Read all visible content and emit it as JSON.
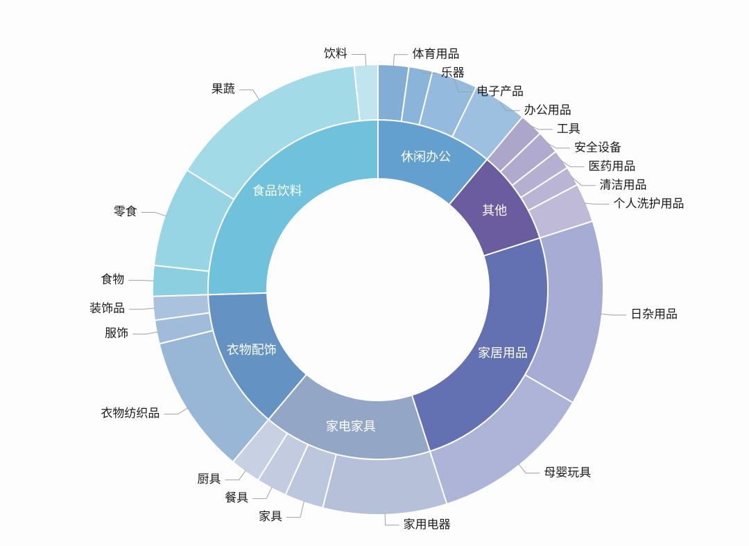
{
  "background_color": "#fdfdfd",
  "chart_data": {
    "type": "sunburst",
    "title": "",
    "rings": [
      "category",
      "subcategory"
    ],
    "value_unit": "percent_share_estimated",
    "legend": "none",
    "label_text_color": "#1a1a1a",
    "inner_label_text_color": "#ffffff",
    "leader_line_color": "#a0a0a0",
    "categories": [
      {
        "label": "休闲办公",
        "color": "#639fcf",
        "children": [
          {
            "label": "体育用品",
            "value": 2.2,
            "color": "#82aed6"
          },
          {
            "label": "乐器",
            "value": 1.7,
            "color": "#8bb4da"
          },
          {
            "label": "电子产品",
            "value": 3.3,
            "color": "#94badd"
          },
          {
            "label": "办公用品",
            "value": 3.9,
            "color": "#9dc0e0"
          }
        ]
      },
      {
        "label": "其他",
        "color": "#6b5b9f",
        "children": [
          {
            "label": "工具",
            "value": 1.7,
            "color": "#aba6ca"
          },
          {
            "label": "安全设备",
            "value": 1.7,
            "color": "#b0abce"
          },
          {
            "label": "医药用品",
            "value": 1.4,
            "color": "#b5b0d1"
          },
          {
            "label": "清洁用品",
            "value": 1.4,
            "color": "#bab5d5"
          },
          {
            "label": "个人洗护用品",
            "value": 2.8,
            "color": "#bfbad8"
          }
        ]
      },
      {
        "label": "家居用品",
        "color": "#6370b2",
        "children": [
          {
            "label": "日杂用品",
            "value": 13.3,
            "color": "#a6acd4"
          },
          {
            "label": "母婴玩具",
            "value": 11.7,
            "color": "#aeb3d8"
          }
        ]
      },
      {
        "label": "家电家具",
        "color": "#94a6c6",
        "children": [
          {
            "label": "家用电器",
            "value": 8.9,
            "color": "#b6c1d9"
          },
          {
            "label": "家具",
            "value": 2.8,
            "color": "#bcc6dd"
          },
          {
            "label": "餐具",
            "value": 2.2,
            "color": "#c2cbe0"
          },
          {
            "label": "厨具",
            "value": 2.2,
            "color": "#c8d0e4"
          }
        ]
      },
      {
        "label": "衣物配饰",
        "color": "#6493c3",
        "children": [
          {
            "label": "衣物纺织品",
            "value": 10.0,
            "color": "#98b6d6"
          },
          {
            "label": "服饰",
            "value": 1.7,
            "color": "#a1bcda"
          },
          {
            "label": "装饰品",
            "value": 1.7,
            "color": "#aac2de"
          }
        ]
      },
      {
        "label": "食品饮料",
        "color": "#6fc1dc",
        "children": [
          {
            "label": "食物",
            "value": 2.2,
            "color": "#8ccfe0"
          },
          {
            "label": "零食",
            "value": 7.2,
            "color": "#97d4e4"
          },
          {
            "label": "果蔬",
            "value": 14.4,
            "color": "#a3dae8"
          },
          {
            "label": "饮料",
            "value": 1.7,
            "color": "#c0e5ef"
          }
        ]
      }
    ]
  }
}
